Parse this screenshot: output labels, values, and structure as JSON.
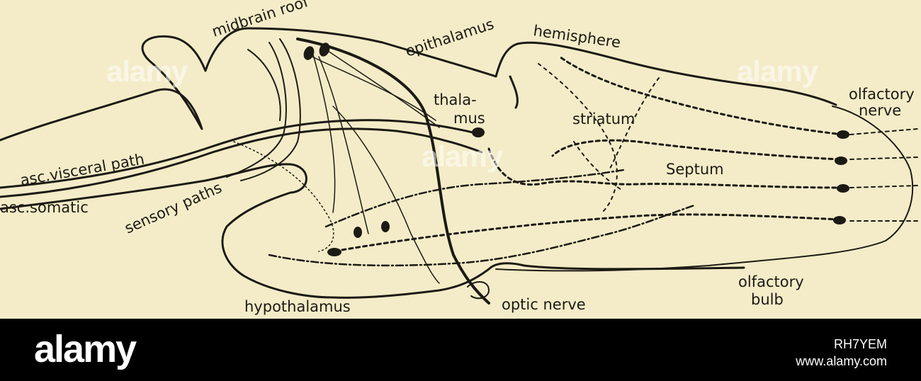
{
  "figure": {
    "labels": {
      "midbrain_roof": "midbrain roof",
      "epithalamus": "epithalamus",
      "hemisphere": "hemisphere",
      "thalamus_1": "thala-",
      "thalamus_2": "mus",
      "striatum": "striatum",
      "olfactory_nerve_1": "olfactory",
      "olfactory_nerve_2": "nerve",
      "septum": "Septum",
      "asc_visceral_path": "asc.visceral path",
      "asc_somatic": "asc.somatic",
      "sensory_paths": "sensory paths",
      "hypothalamus": "hypothalamus",
      "optic_nerve": "optic nerve",
      "olfactory_bulb_1": "olfactory",
      "olfactory_bulb_2": "bulb"
    },
    "colors": {
      "ink": "#1c1a14",
      "paper": "#f4ecc8"
    }
  },
  "watermark": {
    "text": "alamy"
  },
  "footer": {
    "logo": "alamy",
    "image_id": "RH7YEM",
    "site": "www.alamy.com"
  }
}
